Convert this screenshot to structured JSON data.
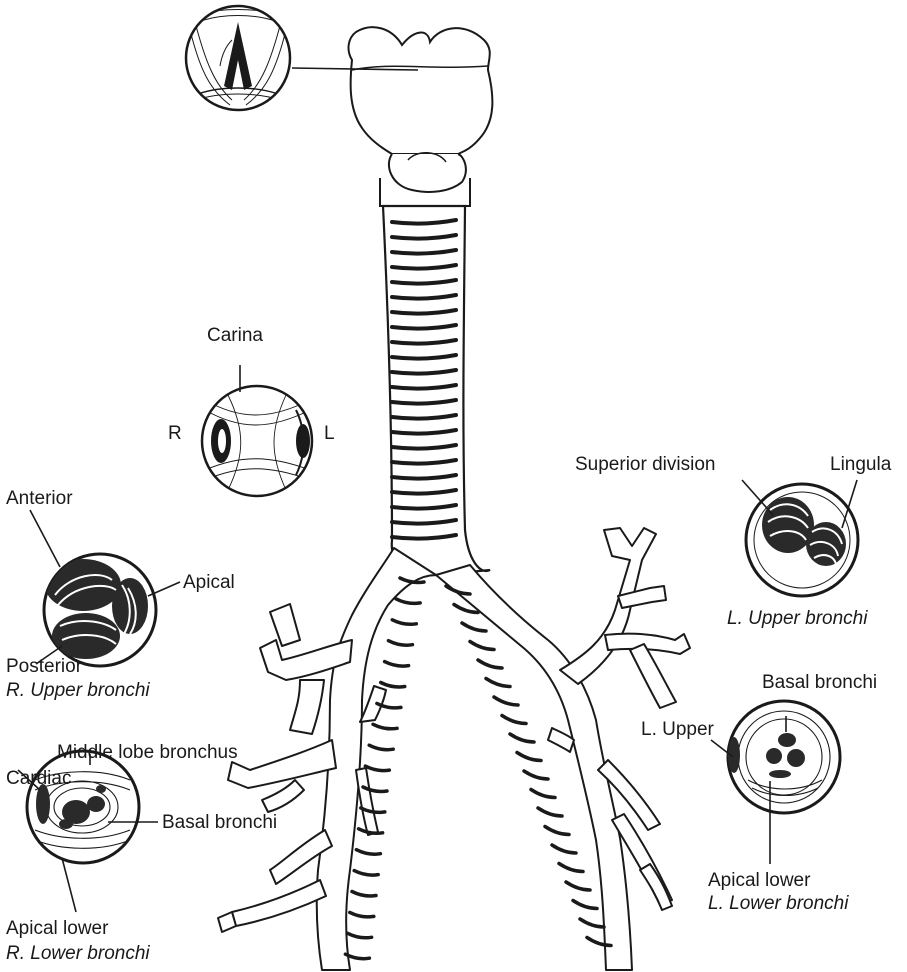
{
  "labels": {
    "carina": "Carina",
    "right": "R",
    "left": "L",
    "anterior": "Anterior",
    "apical": "Apical",
    "posterior": "Posterior",
    "r_upper_bronchi": "R. Upper bronchi",
    "middle_lobe": "Middle lobe bronchus",
    "cardiac": "Cardiac",
    "basal_right": "Basal bronchi",
    "apical_lower_right": "Apical lower",
    "r_lower_bronchi": "R. Lower bronchi",
    "superior_division": "Superior division",
    "lingula": "Lingula",
    "l_upper_bronchi": "L. Upper bronchi",
    "basal_left": "Basal bronchi",
    "l_upper": "L. Upper",
    "apical_lower_left": "Apical lower",
    "l_lower_bronchi": "L. Lower bronchi"
  },
  "colors": {
    "ink": "#1a1a1a",
    "paper": "#ffffff"
  }
}
